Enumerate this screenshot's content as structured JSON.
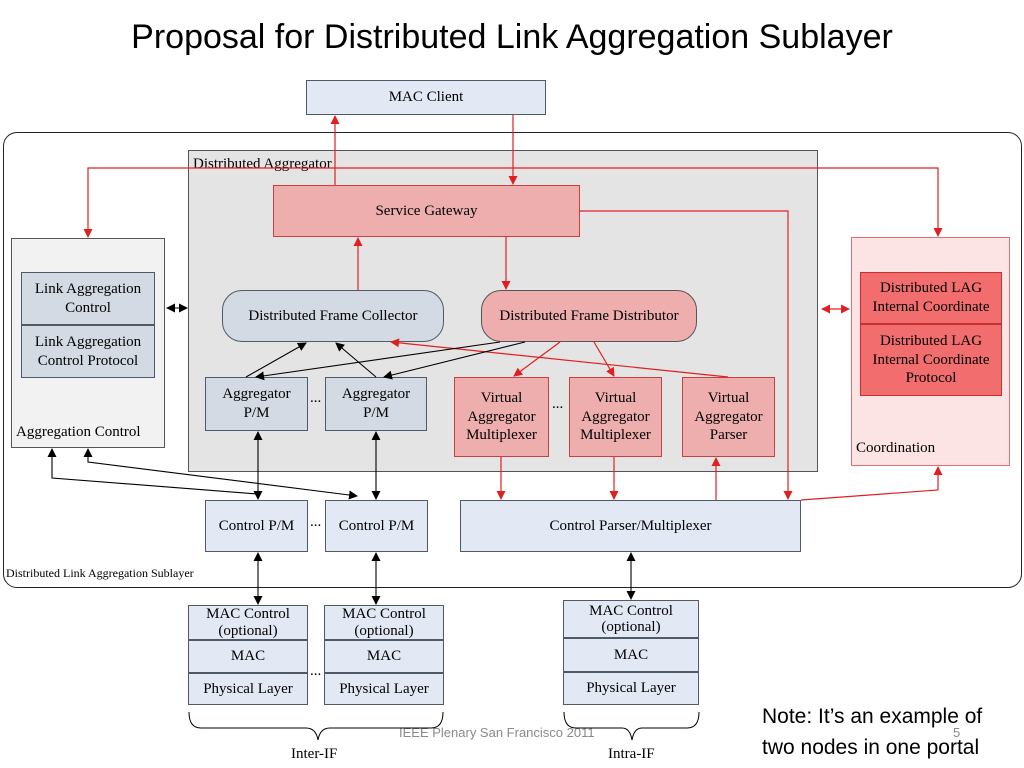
{
  "title": "Proposal for Distributed Link Aggregation Sublayer",
  "mac_client": "MAC Client",
  "sublayer_label": "Distributed Link Aggregation Sublayer",
  "distributed_aggregator": {
    "label": "Distributed Aggregator",
    "service_gateway": "Service Gateway",
    "frame_collector": "Distributed Frame Collector",
    "frame_distributor": "Distributed Frame Distributor",
    "aggregator_pm_1": "Aggregator P/M",
    "aggregator_pm_2": "Aggregator P/M",
    "vam_1": "Virtual Aggregator Multiplexer",
    "vam_2": "Virtual Aggregator Multiplexer",
    "vap": "Virtual Aggregator Parser",
    "ellipsis": "..."
  },
  "aggregation_control": {
    "label": "Aggregation Control",
    "lac": "Link Aggregation Control",
    "lacp": "Link Aggregation Control Protocol"
  },
  "coordination": {
    "label": "Coordination",
    "dlag_ic": "Distributed LAG Internal Coordinate",
    "dlag_icp": "Distributed LAG Internal Coordinate Protocol"
  },
  "control_pm_1": "Control P/M",
  "control_pm_2": "Control P/M",
  "control_parser": "Control Parser/Multiplexer",
  "lower": {
    "mac_control": "MAC Control (optional)",
    "mac": "MAC",
    "phy": "Physical Layer",
    "ellipsis": "..."
  },
  "inter_if": "Inter-IF",
  "intra_if": "Intra-IF",
  "footer": "IEEE Plenary San Francisco 2011",
  "page_number": "5",
  "note_line1": "Note: It’s an example of",
  "note_line2": "two nodes in one portal",
  "colors": {
    "red_arrow": "#e02020",
    "black_arrow": "#000000",
    "pink_fill": "#efaeae",
    "red_fill": "#f26d6d",
    "light_fill": "#e3e9f4"
  }
}
